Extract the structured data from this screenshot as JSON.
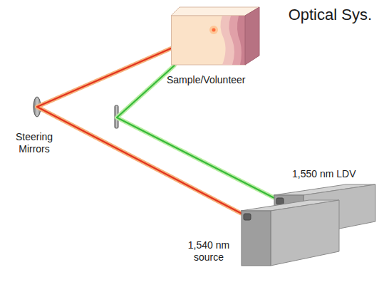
{
  "diagram": {
    "title": "Optical Sys.",
    "nodes": [
      {
        "text": [
          "Sample/Volunteer"
        ]
      },
      {
        "text": [
          "1,550 nm LDV"
        ]
      },
      {
        "text": [
          "1,540 nm source"
        ]
      }
    ],
    "edges": [
      {
        "from": 2,
        "to": 0,
        "arrow": "none"
      },
      {
        "from": 1,
        "to": 0,
        "arrow": "none"
      }
    ],
    "labels": [
      "Steering Mirrors"
    ]
  }
}
